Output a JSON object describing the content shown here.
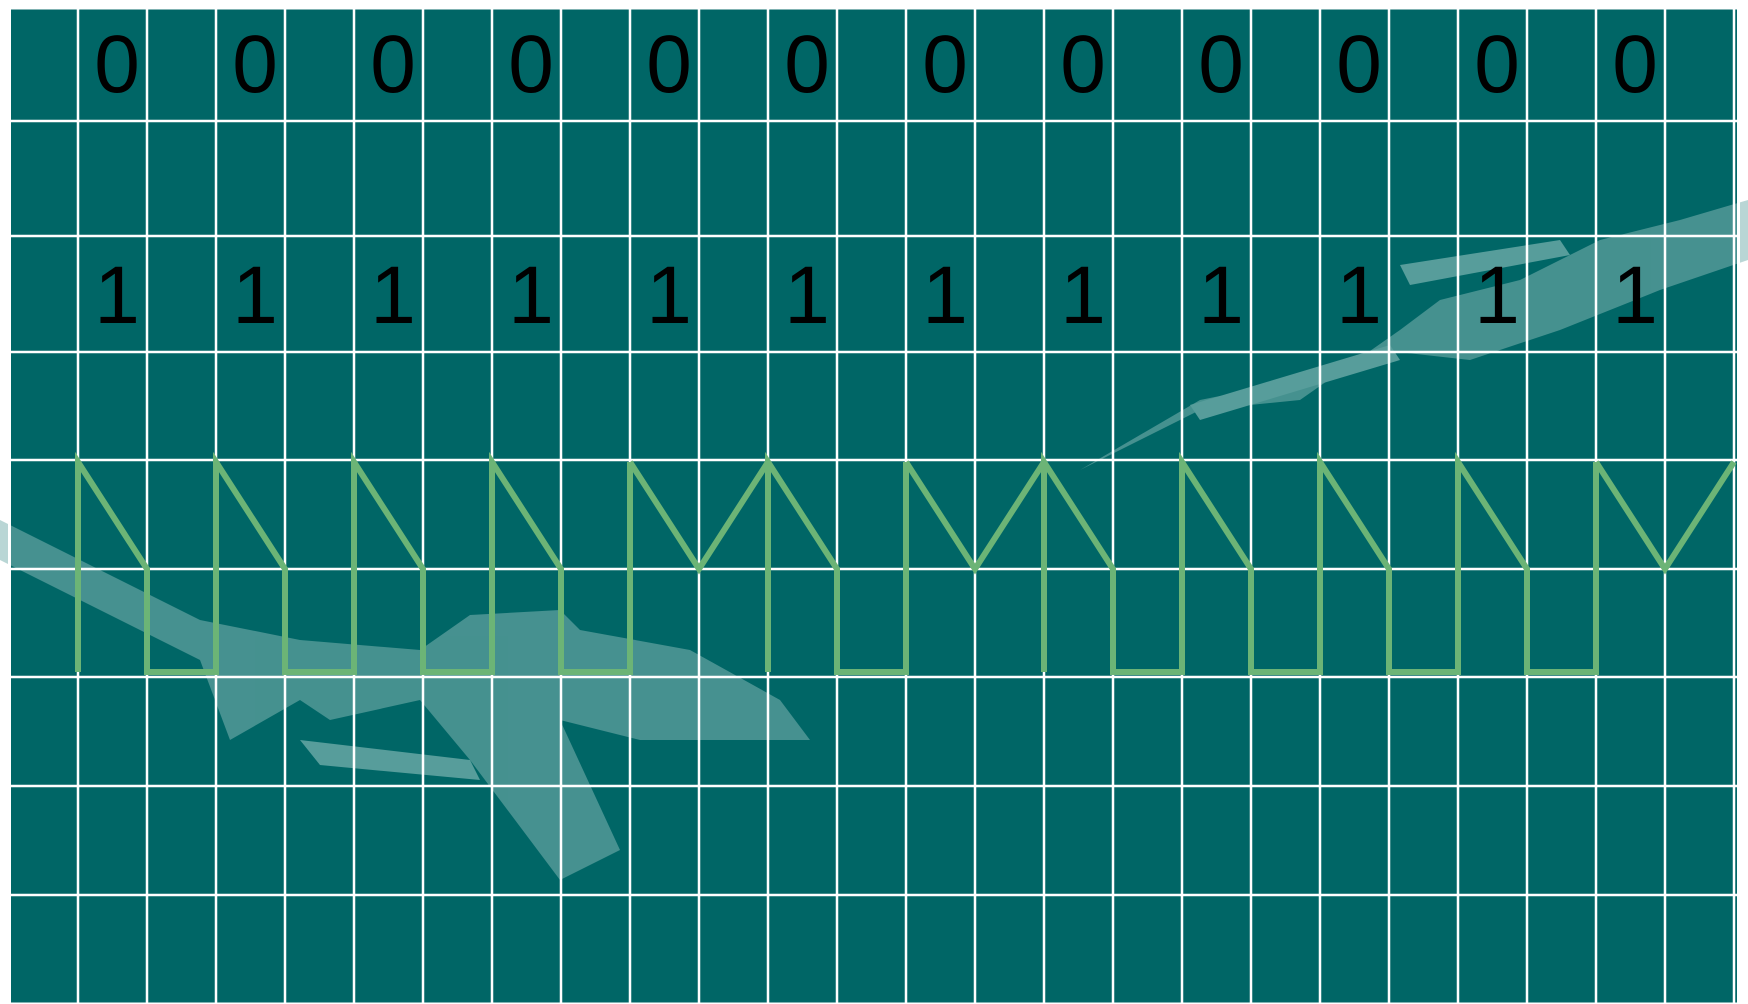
{
  "colors": {
    "background": "#006666",
    "grid": "#ffffff",
    "waveform": "#6cb476",
    "digits": "#000000",
    "watermark": "#7fb5b2"
  },
  "top_row": {
    "digits": [
      "0",
      "0",
      "0",
      "0",
      "0",
      "0",
      "0",
      "0",
      "0",
      "0",
      "0",
      "0"
    ]
  },
  "second_row": {
    "digits": [
      "1",
      "1",
      "1",
      "1",
      "1",
      "1",
      "1",
      "1",
      "1",
      "1",
      "1",
      "1"
    ]
  },
  "waveform": {
    "bit_levels": [
      0,
      0,
      0,
      0,
      1,
      0,
      1,
      0,
      0,
      0,
      0,
      1
    ]
  },
  "watermark": {
    "description": "hand-icon"
  }
}
